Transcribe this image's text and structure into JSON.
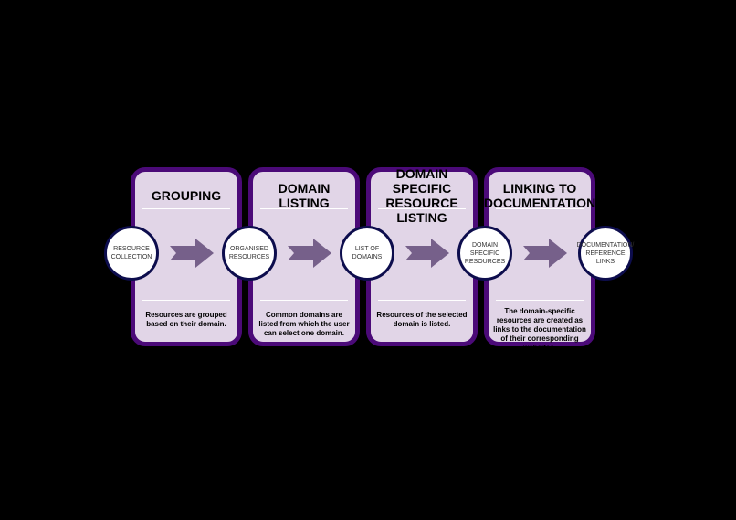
{
  "stages": [
    {
      "title": "GROUPING",
      "description": "Resources are grouped based on their domain."
    },
    {
      "title": "DOMAIN LISTING",
      "description": "Common domains are listed from which the user can select one domain."
    },
    {
      "title": "DOMAIN SPECIFIC RESOURCE LISTING",
      "description": "Resources of the selected domain is listed."
    },
    {
      "title": "LINKING TO DOCUMENTATION",
      "description": "The domain-specific resources are created as links to the documentation of their corresponding websites."
    }
  ],
  "nodes": [
    {
      "label": "RESOURCE COLLECTION"
    },
    {
      "label": "ORGANISED RESOURCES"
    },
    {
      "label": "LIST OF DOMAINS"
    },
    {
      "label": "DOMAIN SPECIFIC RESOURCES"
    },
    {
      "label": "DOCUMENTATION/ REFERENCE LINKS"
    }
  ],
  "colors": {
    "background": "#000000",
    "panel_fill": "#e1d5e7",
    "panel_border": "#4b0a78",
    "arrow_fill": "#76608a",
    "node_border": "#0d0d4d"
  }
}
